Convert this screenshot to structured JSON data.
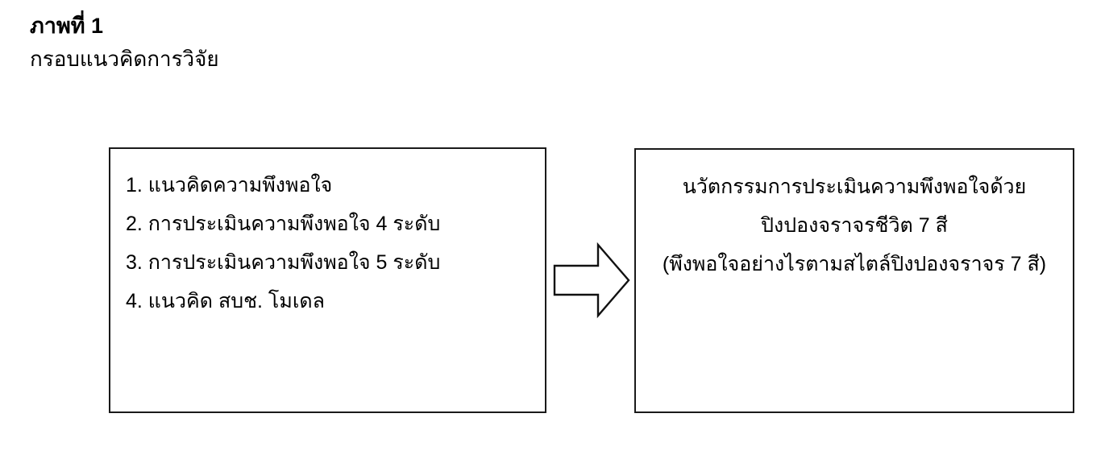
{
  "page": {
    "background_color": "#ffffff",
    "text_color": "#000000",
    "border_color": "#1a1a1a"
  },
  "heading": {
    "title": "ภาพที่ 1",
    "subtitle": "กรอบแนวคิดการวิจัย"
  },
  "diagram": {
    "input_box": {
      "items": [
        "1. แนวคิดความพึงพอใจ",
        "2. การประเมินความพึงพอใจ 4 ระดับ",
        "3. การประเมินความพึงพอใจ 5 ระดับ",
        "4. แนวคิด สบช. โมเดล"
      ]
    },
    "arrow": {
      "icon": "right-block-arrow-icon",
      "direction": "right"
    },
    "output_box": {
      "lines": [
        "นวัตกรรมการประเมินความพึงพอใจด้วย",
        "ปิงปองจราจรชีวิต 7 สี",
        "(พึงพอใจอย่างไรตามสไตล์ปิงปองจราจร 7 สี)"
      ]
    }
  }
}
